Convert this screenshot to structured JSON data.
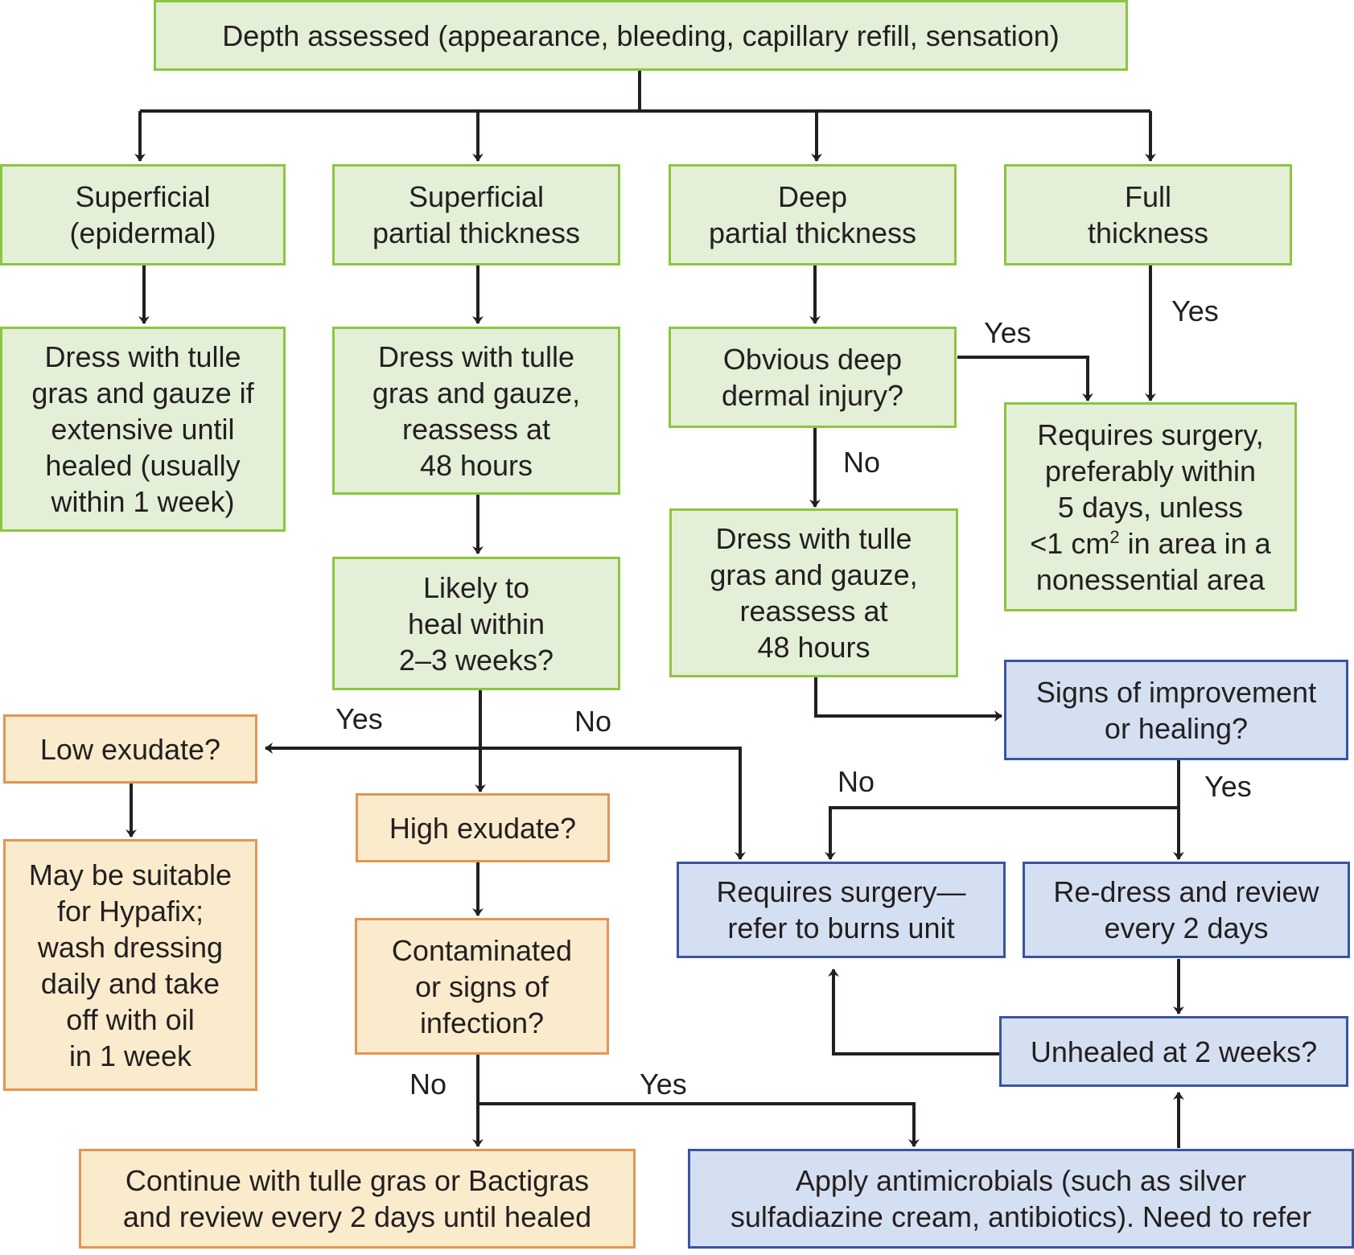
{
  "diagram": {
    "type": "flowchart",
    "topic": "Burn wound management by depth",
    "colors": {
      "assessment_fill": "#e3efd6",
      "assessment_border": "#8cc63f",
      "dressing_fill": "#fbebcd",
      "dressing_border": "#e39552",
      "referral_fill": "#d4e0f1",
      "referral_border": "#3a54a4",
      "arrow": "#231f20"
    },
    "nodes": {
      "depth": "Depth assessed (appearance, bleeding, capillary refill, sensation)",
      "superficial": "Superficial\n(epidermal)",
      "sup_partial": "Superficial\npartial thickness",
      "deep_partial": "Deep\npartial thickness",
      "full": "Full\nthickness",
      "dress_superficial": "Dress with tulle\ngras and gauze if\nextensive until\nhealed (usually\nwithin 1 week)",
      "dress_sup_partial": "Dress with tulle\ngras and gauze,\nreassess at\n48 hours",
      "obvious_deep": "Obvious deep\ndermal injury?",
      "surgery_full_pre": "Requires surgery,\npreferably within\n5 days, unless\n<1 cm",
      "surgery_full_sup": "2",
      "surgery_full_post": " in area in a\nnonessential area",
      "likely_heal": "Likely to\nheal within\n2–3 weeks?",
      "dress_deep": "Dress with tulle\ngras and gauze,\nreassess at\n48 hours",
      "signs_improvement": "Signs of improvement\nor healing?",
      "low_exudate": "Low exudate?",
      "high_exudate": "High exudate?",
      "hypafix": "May be suitable\nfor Hypafix;\nwash dressing\ndaily and take\noff with oil\nin 1 week",
      "contaminated": "Contaminated\nor signs of\ninfection?",
      "requires_surgery_refer": "Requires surgery—\nrefer to burns unit",
      "redress": "Re-dress and review\nevery 2 days",
      "unhealed": "Unhealed at 2 weeks?",
      "continue_tulle": "Continue with tulle gras or Bactigras\nand review every 2 days until healed",
      "antimicrobials": "Apply antimicrobials (such as silver\nsulfadiazine cream, antibiotics). Need to refer"
    },
    "edge_labels": {
      "full_yes": "Yes",
      "obvious_yes": "Yes",
      "obvious_no": "No",
      "likely_yes": "Yes",
      "likely_no": "No",
      "signs_no": "No",
      "signs_yes": "Yes",
      "contaminated_no": "No",
      "contaminated_yes": "Yes"
    }
  }
}
